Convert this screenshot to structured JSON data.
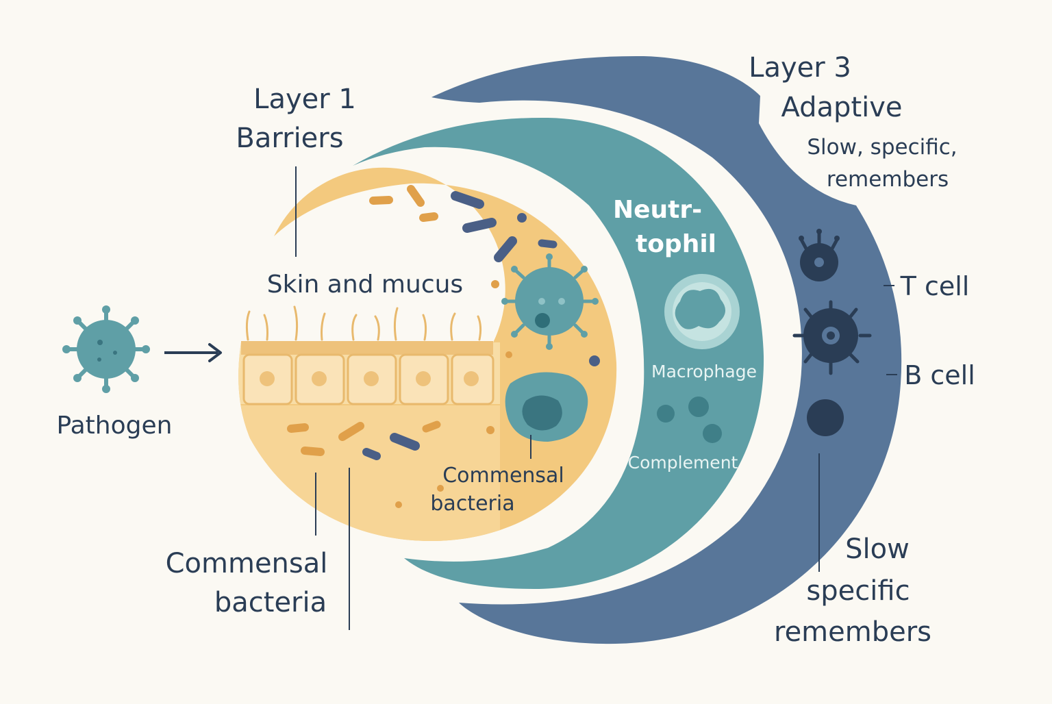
{
  "layer1": {
    "title_line1": "Layer 1",
    "title_line2": "Barriers",
    "skin_label": "Skin and mucus",
    "commensal_inner_line1": "Commensal",
    "commensal_inner_line2": "bacteria",
    "commensal_outer_line1": "Commensal",
    "commensal_outer_line2": "bacteria"
  },
  "layer2": {
    "neutrophil_line1": "Neutr-",
    "neutrophil_line2": "tophil",
    "macrophage": "Macrophage",
    "complement": "Complement"
  },
  "layer3": {
    "title_line1": "Layer 3",
    "title_line2": "Adaptive",
    "desc_line1": "Slow, specific,",
    "desc_line2": "remembers",
    "t_cell": "T cell",
    "b_cell": "B cell",
    "bottom_line1": "Slow",
    "bottom_line2": "specific",
    "bottom_line3": "remembers"
  },
  "pathogen": {
    "label": "Pathogen"
  },
  "colors": {
    "background": "#fbf9f3",
    "layer1_fill": "#f3c97e",
    "layer2_fill": "#5f9fa6",
    "layer3_fill": "#587699",
    "label_text": "#2a3d55"
  },
  "icons": {
    "pathogen": "virus-icon",
    "neutrophil": "neutrophil-cell-icon",
    "macrophage": "macrophage-cell-icon",
    "t_cell": "t-cell-icon",
    "b_cell": "b-cell-icon"
  }
}
